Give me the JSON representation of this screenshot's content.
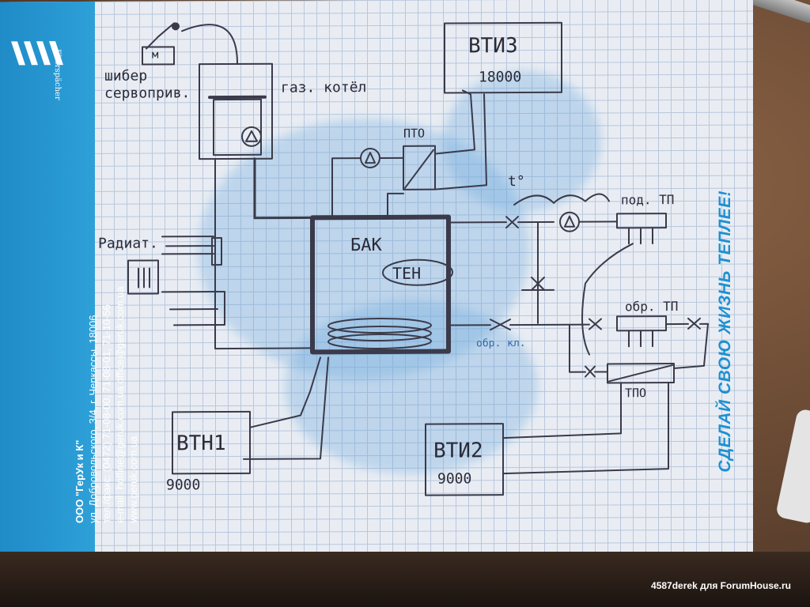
{
  "company_card": {
    "brand_name": "Eberspächer",
    "name": "ООО \"ГерУк и К\"",
    "address": "ул. Добровольского, 3/4, г. Черкассы, 18006",
    "phone": "тел./факс: (0472) 71-08-00, 71-08-01, 71-10-56",
    "email": "e-mail: hotline@geruk.com.ua   office@geruk.com.ua",
    "website": "www.geruk.com.ua",
    "slogan": "СДЕЛАЙ СВОЮ ЖИЗНЬ ТЕПЛЕЕ!"
  },
  "diagram": {
    "shiber": "шибер",
    "servoprivod": "сервоприв.",
    "motor_m": "м",
    "gas_boiler": "газ. котёл",
    "vtiz": "ВТИЗ",
    "vtiz_power": "18000",
    "pto": "ПТО",
    "t_sensor": "t°",
    "pod_tp": "под. ТП",
    "obr_tp": "обр. ТП",
    "obr_kl": "обр. кл.",
    "bak": "БАК",
    "ten": "ТЕН",
    "radiators": "Радиат.",
    "tpo": "ТПО",
    "vtn1": "ВТН1",
    "vtn1_power": "9000",
    "vti2": "ВТИ2",
    "vti2_power": "9000"
  },
  "watermark": "4587derek для ForumHouse.ru"
}
